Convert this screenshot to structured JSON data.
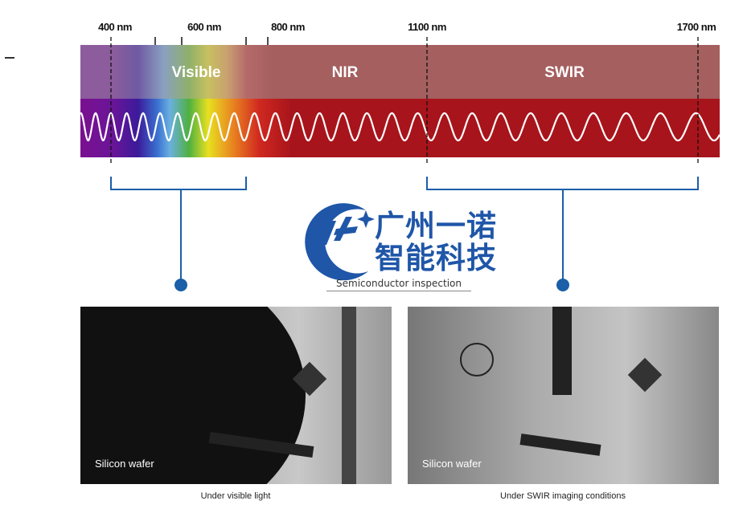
{
  "wavelength_labels": [
    "400 nm",
    "600 nm",
    "800 nm",
    "1100 nm",
    "1700 nm"
  ],
  "bands": {
    "visible": "Visible",
    "nir": "NIR",
    "swir": "SWIR"
  },
  "logo": {
    "line1": "广州一诺",
    "line2": "智能科技",
    "subtitle": "Semiconductor inspection"
  },
  "photos": [
    {
      "label": "Silicon wafer",
      "caption": "Under visible light"
    },
    {
      "label": "Silicon wafer",
      "caption": "Under SWIR imaging conditions"
    }
  ],
  "colors": {
    "nir_band": "#a55f5f",
    "wave_band": "#a8141b",
    "accent": "#1a5fa8",
    "logo": "#1f56a8"
  }
}
